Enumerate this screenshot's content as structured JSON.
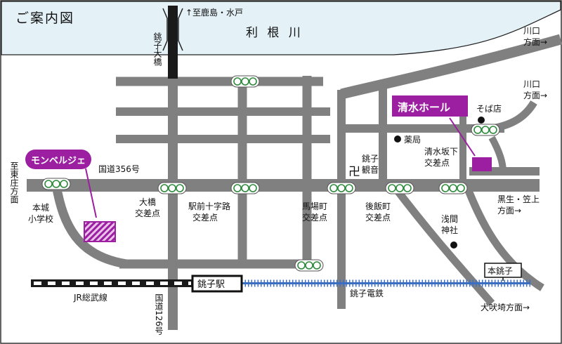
{
  "title": "ご案内図",
  "river": {
    "name": "利 根 川",
    "color": "#e4f2f8"
  },
  "roads": {
    "color": "#808080",
    "rail_black": "#1a1a1a",
    "rail_blue": "#3a6fc4"
  },
  "venues": {
    "shimizu_hall": {
      "name": "清水ホール",
      "color": "#9b1fa0"
    },
    "mont_belle": {
      "name": "モンベルジェ",
      "color": "#9b1fa0"
    }
  },
  "labels": {
    "kashima": "↑至鹿島・水戸",
    "choshi_ohashi": "銚子大橋",
    "kawaguchi_1": [
      "川口",
      "方面→"
    ],
    "kawaguchi_2": [
      "川口",
      "方面→"
    ],
    "higashi": "至東庄方面",
    "route356": "国道356号",
    "soba": "そば店",
    "pharmacy": "薬局",
    "kannon": [
      "銚子",
      "観音"
    ],
    "shimizuzaka": [
      "清水坂下",
      "交差点"
    ],
    "honjo": [
      "本城",
      "小学校"
    ],
    "ohashi": [
      "大橋",
      "交差点"
    ],
    "ekimae": [
      "駅前十字路",
      "交差点"
    ],
    "babacho": [
      "馬場町",
      "交差点"
    ],
    "gohancho": [
      "後飯町",
      "交差点"
    ],
    "sengen": [
      "浅間",
      "神社"
    ],
    "kurohae": [
      "黒生・笠上",
      "方面→"
    ],
    "jr": "JR総武線",
    "choshi_station": "銚子駅",
    "choshi_dentetsu": "銚子電鉄",
    "honchoshi": "本銚子",
    "route126": "国道126号",
    "inubosaki": "犬吠埼方面→",
    "temple": "卍"
  }
}
